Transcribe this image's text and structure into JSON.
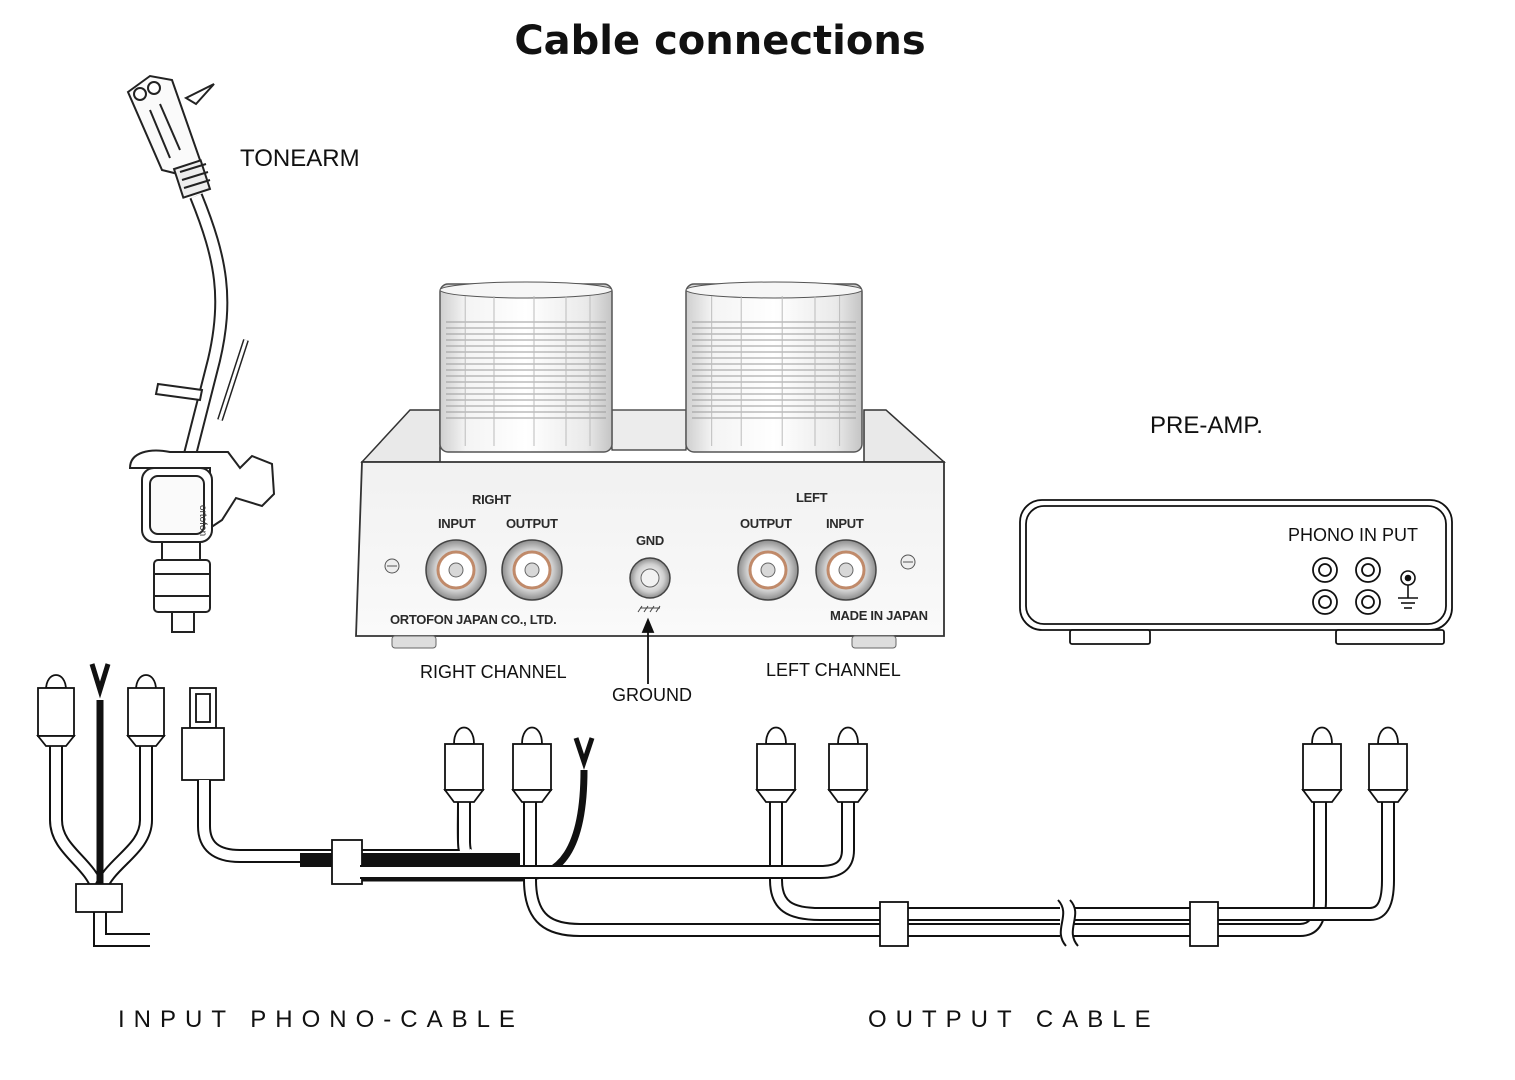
{
  "title": "Cable connections",
  "labels": {
    "tonearm": "TONEARM",
    "pre_amp": "PRE-AMP.",
    "phono_input": "PHONO IN PUT",
    "right_channel": "RIGHT CHANNEL",
    "left_channel": "LEFT CHANNEL",
    "ground": "GROUND",
    "input_cable": "INPUT PHONO-CABLE",
    "output_cable": "OUTPUT CABLE"
  },
  "device_panel": {
    "right": "RIGHT",
    "left": "LEFT",
    "right_input": "INPUT",
    "right_output": "OUTPUT",
    "left_output": "OUTPUT",
    "left_input": "INPUT",
    "gnd": "GND",
    "maker": "ORTOFON JAPAN CO., LTD.",
    "origin": "MADE IN JAPAN"
  },
  "tonearm_brand": "ortofon"
}
